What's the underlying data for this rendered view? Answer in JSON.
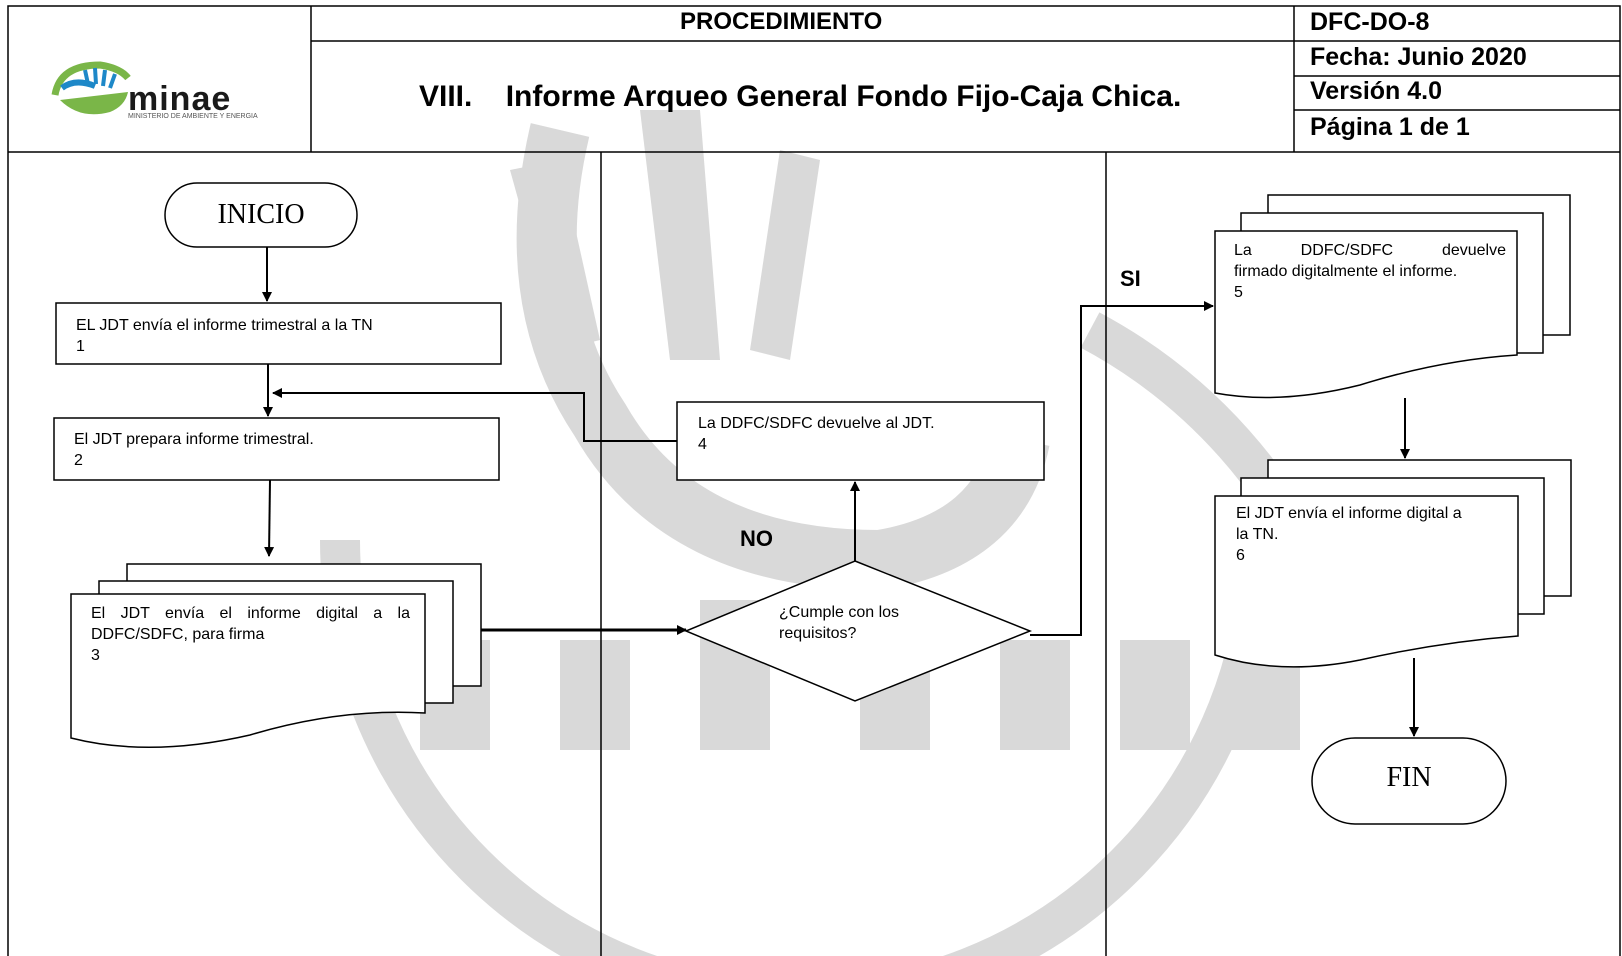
{
  "header": {
    "procedure_label": "PROCEDIMIENTO",
    "title": "VIII.    Informe Arqueo General Fondo Fijo-Caja Chica.",
    "code": "DFC-DO-8",
    "date": "Fecha: Junio 2020",
    "version": "Versión 4.0",
    "page": "Página 1 de 1"
  },
  "logo": {
    "wordmark": "minae",
    "subtitle": "MINISTERIO DE AMBIENTE Y ENERGIA",
    "colors": {
      "green": "#7ab648",
      "blue": "#1e88c8",
      "dark": "#1a1a1a"
    }
  },
  "watermark": {
    "text": "minae",
    "color": "#d9d9d9"
  },
  "flow": {
    "start": "INICIO",
    "end": "FIN",
    "step1": {
      "text": "EL JDT envía el informe trimestral a la TN",
      "number": "1"
    },
    "step2": {
      "text": "El JDT prepara informe trimestral.",
      "number": "2"
    },
    "step3": {
      "line1": "El JDT envía el informe digital a la",
      "line2": "DDFC/SDFC, para firma",
      "number": "3"
    },
    "step4": {
      "text": "La DDFC/SDFC devuelve al JDT.",
      "number": "4"
    },
    "decision": {
      "line1": "¿Cumple con los",
      "line2": "requisitos?"
    },
    "no_label": "NO",
    "yes_label": "SI",
    "step5": {
      "line1": "La DDFC/SDFC devuelve",
      "line2": "firmado digitalmente el informe.",
      "number": "5"
    },
    "step6": {
      "line1": "El JDT envía el informe digital a",
      "line2": "la TN.",
      "number": "6"
    }
  }
}
